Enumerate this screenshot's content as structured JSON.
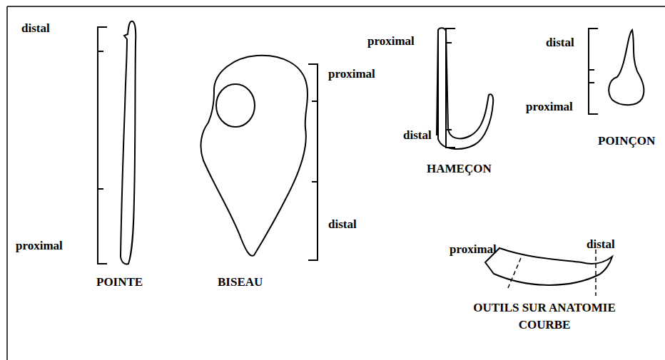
{
  "diagram": {
    "labels": [
      "distal",
      "proximal",
      "POINTE",
      "BISEAU",
      "proximal",
      "distal",
      "proximal",
      "distal",
      "HAMEÇON",
      "distal",
      "proximal",
      "POINÇON",
      "proximal",
      "distal",
      "OUTILS SUR ANATOMIE COURBE"
    ]
  }
}
